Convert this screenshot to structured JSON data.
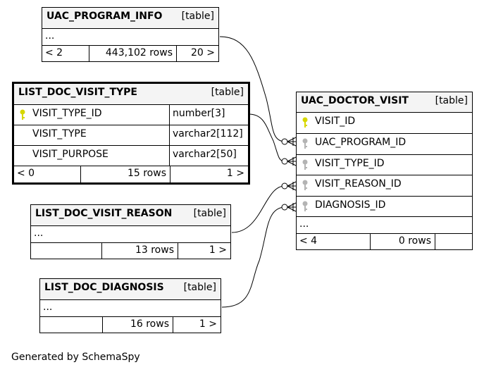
{
  "tables": {
    "uac_program_info": {
      "name": "UAC_PROGRAM_INFO",
      "tag": "[table]",
      "ellipsis": "...",
      "children": "< 2",
      "rows": "443,102 rows",
      "parents": "20 >"
    },
    "list_doc_visit_type": {
      "name": "LIST_DOC_VISIT_TYPE",
      "tag": "[table]",
      "columns": [
        {
          "name": "VISIT_TYPE_ID",
          "type": "number[3]",
          "key": "primary"
        },
        {
          "name": "VISIT_TYPE",
          "type": "varchar2[112]",
          "key": "none"
        },
        {
          "name": "VISIT_PURPOSE",
          "type": "varchar2[50]",
          "key": "none"
        }
      ],
      "children": "< 0",
      "rows": "15 rows",
      "parents": "1 >"
    },
    "list_doc_visit_reason": {
      "name": "LIST_DOC_VISIT_REASON",
      "tag": "[table]",
      "ellipsis": "...",
      "children": "",
      "rows": "13 rows",
      "parents": "1 >"
    },
    "list_doc_diagnosis": {
      "name": "LIST_DOC_DIAGNOSIS",
      "tag": "[table]",
      "ellipsis": "...",
      "children": "",
      "rows": "16 rows",
      "parents": "1 >"
    },
    "uac_doctor_visit": {
      "name": "UAC_DOCTOR_VISIT",
      "tag": "[table]",
      "columns": [
        {
          "name": "VISIT_ID",
          "key": "primary"
        },
        {
          "name": "UAC_PROGRAM_ID",
          "key": "foreign"
        },
        {
          "name": "VISIT_TYPE_ID",
          "key": "foreign"
        },
        {
          "name": "VISIT_REASON_ID",
          "key": "foreign"
        },
        {
          "name": "DIAGNOSIS_ID",
          "key": "foreign"
        }
      ],
      "ellipsis": "...",
      "children": "< 4",
      "rows": "0 rows",
      "parents": ""
    }
  },
  "colors": {
    "primary_key": "#d7d700",
    "foreign_key": "#b4b4b4",
    "header_bg": "#f4f4f4"
  },
  "footer": "Generated by SchemaSpy"
}
